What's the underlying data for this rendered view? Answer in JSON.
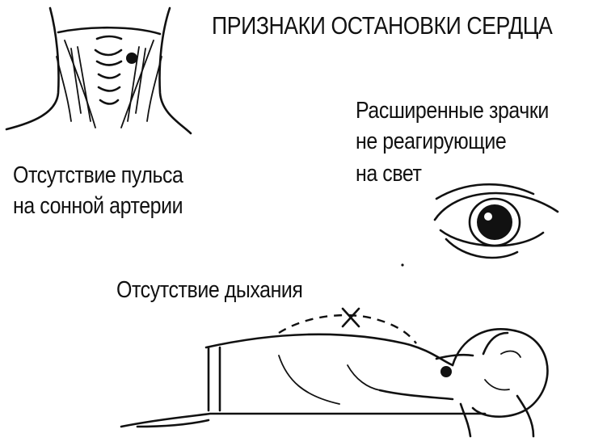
{
  "title": "ПРИЗНАКИ ОСТАНОВКИ СЕРДЦА",
  "signs": {
    "pulse": {
      "line1": "Отсутствие пульса",
      "line2": "на сонной артерии"
    },
    "pupils": {
      "line1": "Расширенные зрачки",
      "line2": "не реагирующие",
      "line3": "на свет"
    },
    "breathing": {
      "line1": "Отсутствие дыхания"
    }
  }
}
